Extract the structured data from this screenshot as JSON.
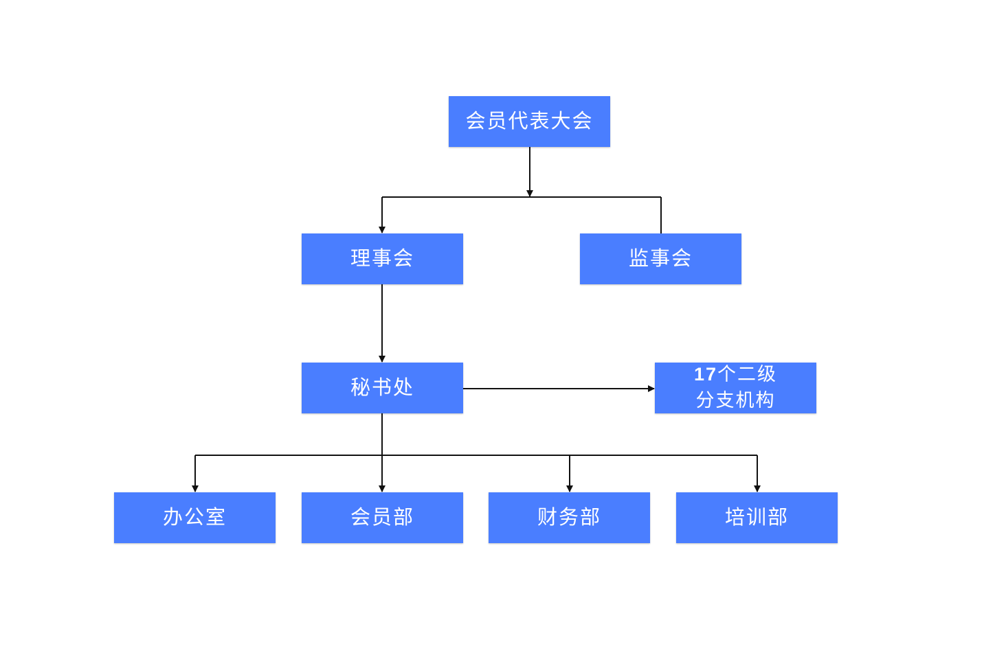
{
  "org_chart": {
    "assembly": "会员代表大会",
    "council": "理事会",
    "supervisory_board": "监事会",
    "secretariat": "秘书处",
    "branches": {
      "number": "17",
      "line1_rest": "个二级",
      "line2": "分支机构"
    },
    "departments": [
      "办公室",
      "会员部",
      "财务部",
      "培训部"
    ]
  },
  "colors": {
    "node_fill": "#4a7eff",
    "node_text": "#ffffff",
    "connector": "#111111"
  }
}
